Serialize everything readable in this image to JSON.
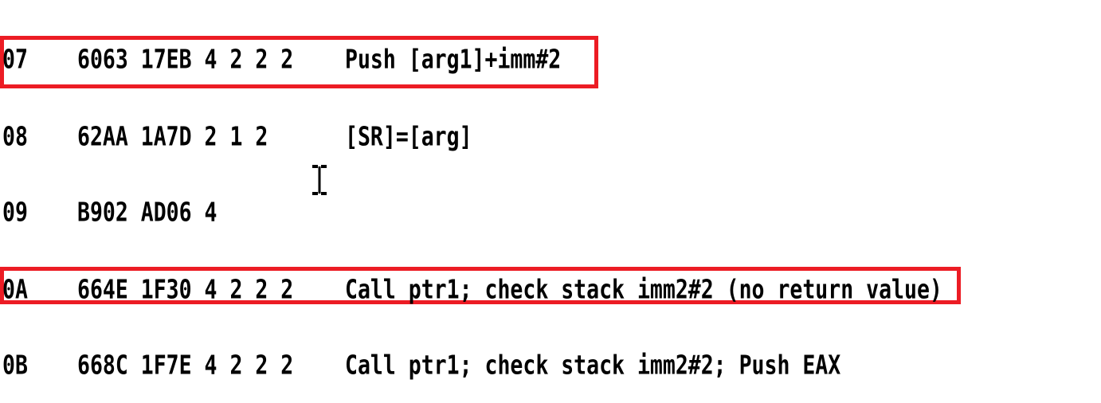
{
  "page": {
    "background_color": "#ffffff",
    "text_color": "#000000"
  },
  "listing": {
    "rows": [
      {
        "index": "07",
        "bytes": "6063 17EB 4 2 2 2",
        "instruction": "Push [arg1]+imm#2",
        "highlighted": true
      },
      {
        "index": "08",
        "bytes": "62AA 1A7D 2 1 2",
        "instruction": "[SR]=[arg]",
        "highlighted": false
      },
      {
        "index": "09",
        "bytes": "B902 AD06 4",
        "instruction": "",
        "highlighted": false
      },
      {
        "index": "0A",
        "bytes": "664E 1F30 4 2 2 2",
        "instruction": "Call ptr1; check stack imm2#2 (no return value)",
        "highlighted": true
      },
      {
        "index": "0B",
        "bytes": "668C 1F7E 4 2 2 2",
        "instruction": "Call ptr1; check stack imm2#2; Push EAX",
        "highlighted": false
      }
    ]
  },
  "annotations": {
    "highlight_color": "#EC1C24",
    "highlighted_rows": [
      "07",
      "0A"
    ]
  },
  "cursor": {
    "type": "text-ibeam",
    "color": "#000000"
  }
}
